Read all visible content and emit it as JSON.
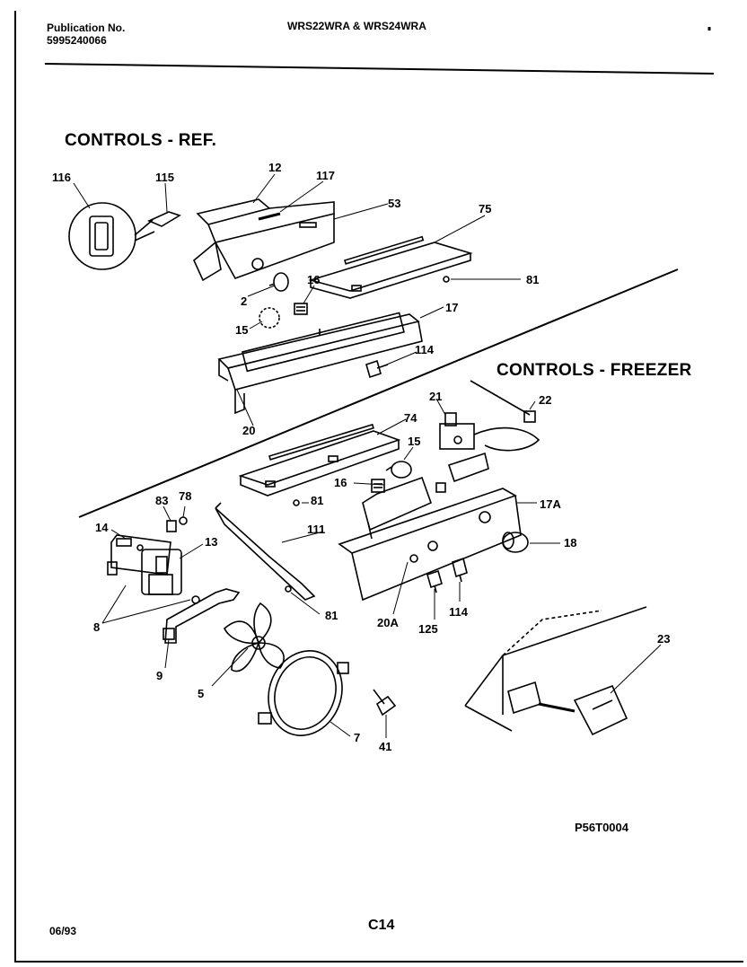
{
  "header": {
    "publication_label": "Publication No.",
    "publication_number": "5995240066",
    "model_title": "WRS22WRA & WRS24WRA"
  },
  "sections": {
    "ref_title": "CONTROLS - REF.",
    "freezer_title": "CONTROLS - FREEZER"
  },
  "callouts": {
    "p116": "116",
    "p115": "115",
    "p12": "12",
    "p117": "117",
    "p53": "53",
    "p75": "75",
    "p81a": "81",
    "p2": "2",
    "p16a": "16",
    "p15a": "15",
    "p17": "17",
    "p114a": "114",
    "p20": "20",
    "p21": "21",
    "p22": "22",
    "p74": "74",
    "p15b": "15",
    "p16b": "16",
    "p81b": "81",
    "p17A": "17A",
    "p83": "83",
    "p78": "78",
    "p14": "14",
    "p13": "13",
    "p111": "111",
    "p18": "18",
    "p81c": "81",
    "p8": "8",
    "p20A": "20A",
    "p125": "125",
    "p114b": "114",
    "p9": "9",
    "p5": "5",
    "p23": "23",
    "p7": "7",
    "p41": "41"
  },
  "footer": {
    "diagram_code": "P56T0004",
    "date": "06/93",
    "page_code": "C14"
  }
}
